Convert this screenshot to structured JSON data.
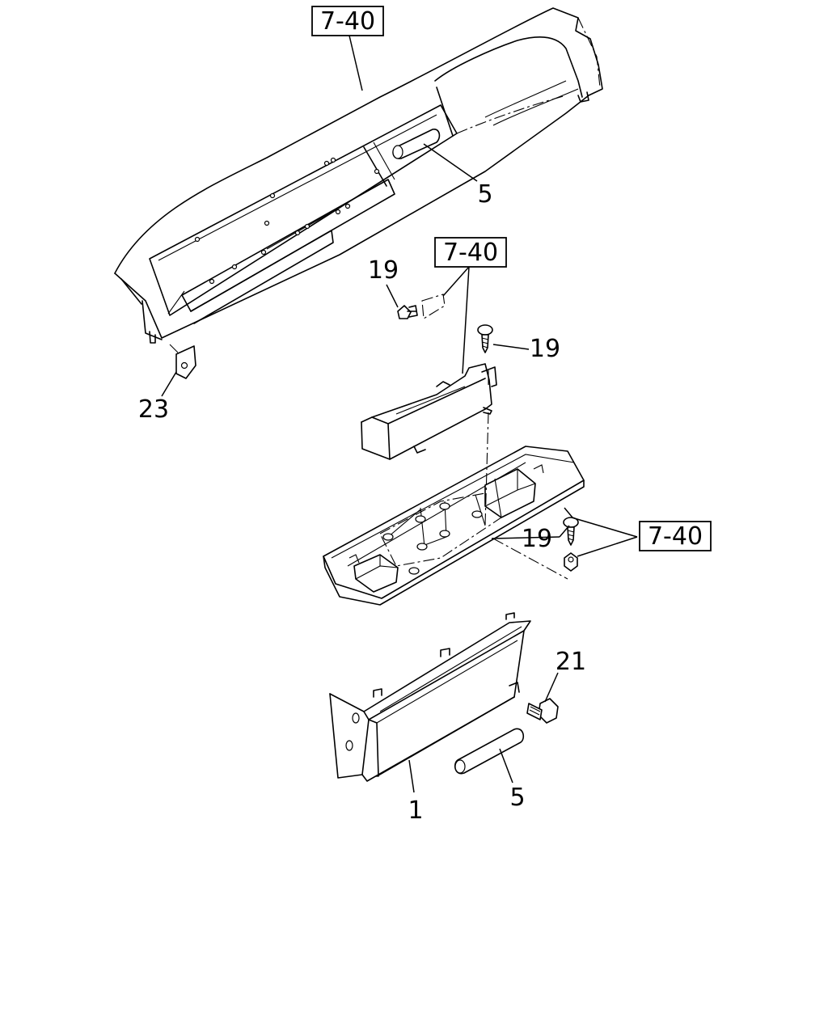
{
  "diagram": {
    "references": [
      {
        "text": "7-40"
      },
      {
        "text": "7-40"
      },
      {
        "text": "7-40"
      }
    ],
    "callouts": [
      {
        "text": "5"
      },
      {
        "text": "19"
      },
      {
        "text": "19"
      },
      {
        "text": "23"
      },
      {
        "text": "19"
      },
      {
        "text": "21"
      },
      {
        "text": "5"
      },
      {
        "text": "1"
      }
    ]
  }
}
